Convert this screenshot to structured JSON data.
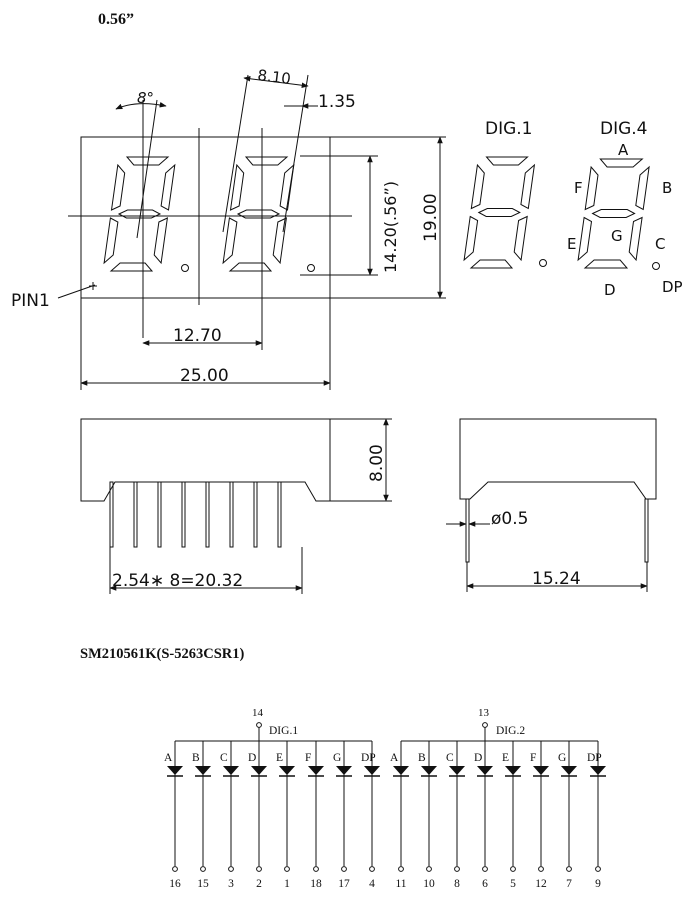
{
  "size_title": "0.56”",
  "part_number": "SM210561K(S-5263CSR1)",
  "dims": {
    "angle": "8°",
    "digit_pitch": "8.10",
    "dp_offset": "1.35",
    "digit_height": "14.20(.56”)",
    "body_height": "19.00",
    "pin_row_span": "12.70",
    "body_width": "25.00",
    "depth": "8.00",
    "pin_spacing": "2.54∗ 8=20.32",
    "pin_diameter": "ø0.5",
    "row_spacing": "15.24"
  },
  "front_view": {
    "pin1_label": "PIN1"
  },
  "segment_legend": {
    "dig1_label": "DIG.1",
    "dig4_label": "DIG.4",
    "segments": {
      "A": "A",
      "B": "B",
      "C": "C",
      "D": "D",
      "E": "E",
      "F": "F",
      "G": "G",
      "DP": "DP"
    }
  },
  "schematic": {
    "digit1": {
      "label": "DIG.1",
      "common_pin": "14"
    },
    "digit2": {
      "label": "DIG.2",
      "common_pin": "13"
    },
    "segment_labels": [
      "A",
      "B",
      "C",
      "D",
      "E",
      "F",
      "G",
      "DP"
    ],
    "digit1_pins": [
      "16",
      "15",
      "3",
      "2",
      "1",
      "18",
      "17",
      "4"
    ],
    "digit2_pins": [
      "11",
      "10",
      "8",
      "6",
      "5",
      "12",
      "7",
      "9"
    ]
  }
}
